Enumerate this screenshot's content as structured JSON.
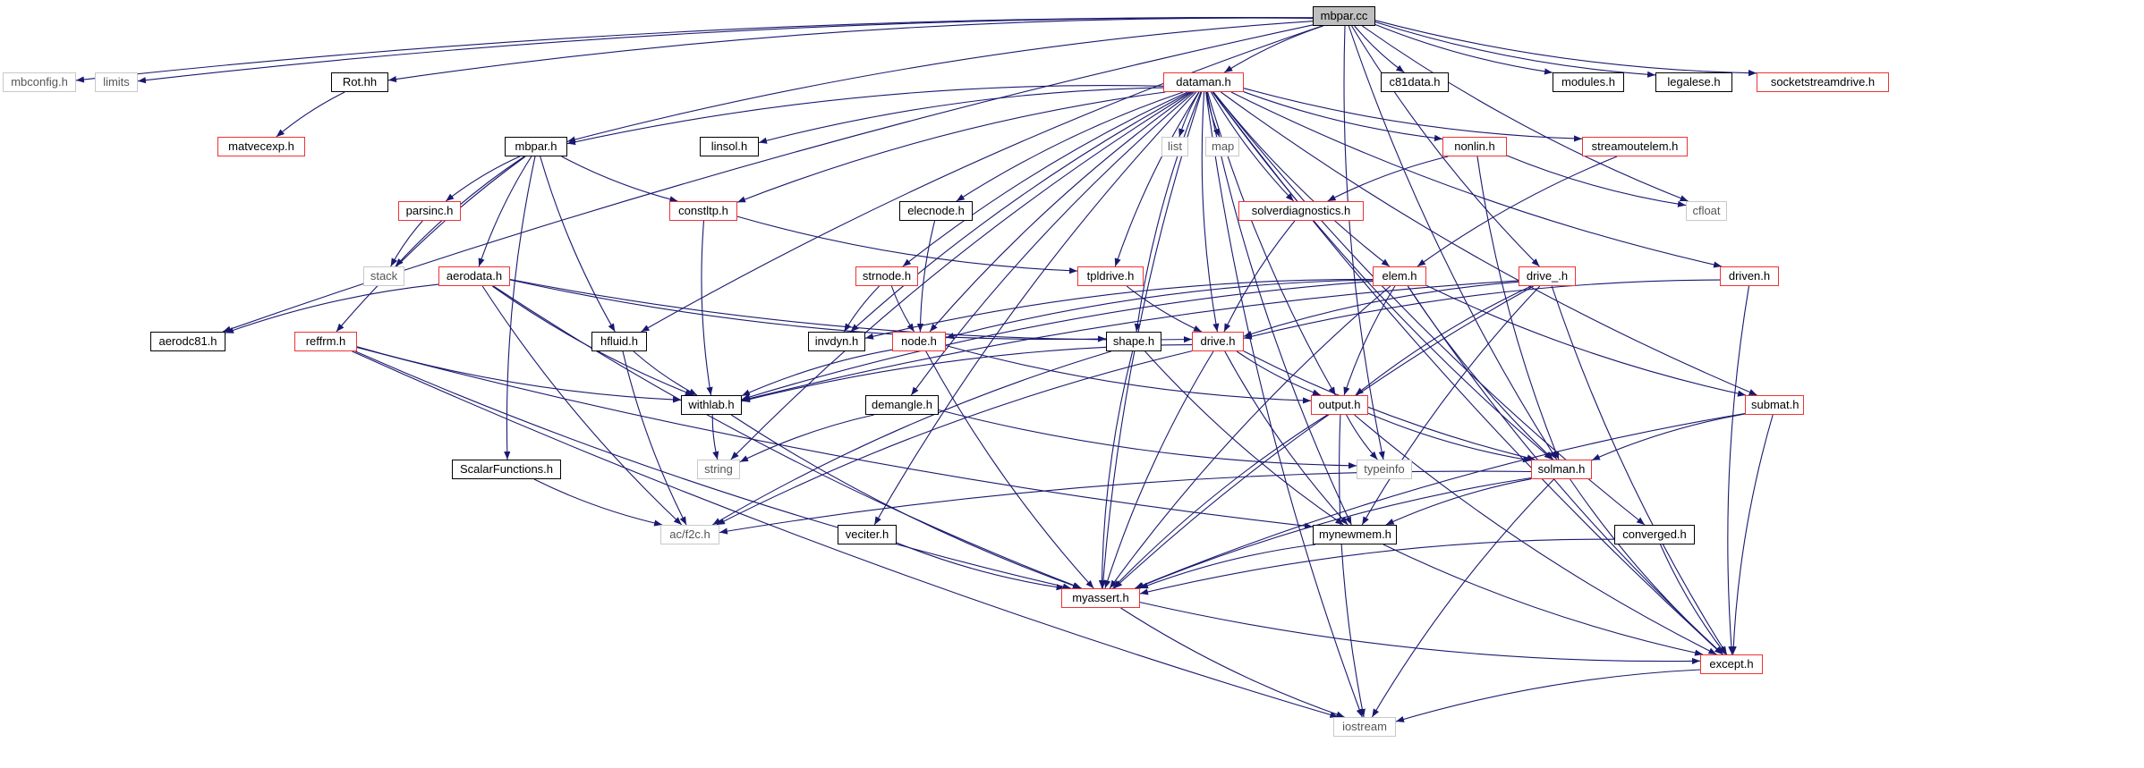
{
  "colors": {
    "edge": "#191970",
    "black_border": "#000000",
    "red_border": "#ee3333",
    "grey_border": "#c8c8c8",
    "root_fill": "#bfbfbf"
  },
  "nodes": [
    {
      "id": "mbpar_cc",
      "label": "mbpar.cc",
      "style": "root"
    },
    {
      "id": "mbconfig_h",
      "label": "mbconfig.h",
      "style": "grey"
    },
    {
      "id": "limits",
      "label": "limits",
      "style": "grey"
    },
    {
      "id": "rot_hh",
      "label": "Rot.hh",
      "style": "black"
    },
    {
      "id": "dataman_h",
      "label": "dataman.h",
      "style": "red"
    },
    {
      "id": "c81data_h",
      "label": "c81data.h",
      "style": "black"
    },
    {
      "id": "modules_h",
      "label": "modules.h",
      "style": "black"
    },
    {
      "id": "legalese_h",
      "label": "legalese.h",
      "style": "black"
    },
    {
      "id": "socketstreamdrive_h",
      "label": "socketstreamdrive.h",
      "style": "red"
    },
    {
      "id": "matvecexp_h",
      "label": "matvecexp.h",
      "style": "red"
    },
    {
      "id": "mbpar_h",
      "label": "mbpar.h",
      "style": "black"
    },
    {
      "id": "linsol_h",
      "label": "linsol.h",
      "style": "black"
    },
    {
      "id": "list",
      "label": "list",
      "style": "grey"
    },
    {
      "id": "map",
      "label": "map",
      "style": "grey"
    },
    {
      "id": "nonlin_h",
      "label": "nonlin.h",
      "style": "red"
    },
    {
      "id": "streamoutelem_h",
      "label": "streamoutelem.h",
      "style": "red"
    },
    {
      "id": "cfloat",
      "label": "cfloat",
      "style": "grey"
    },
    {
      "id": "parsinc_h",
      "label": "parsinc.h",
      "style": "red"
    },
    {
      "id": "constltp_h",
      "label": "constltp.h",
      "style": "red"
    },
    {
      "id": "elecnode_h",
      "label": "elecnode.h",
      "style": "black"
    },
    {
      "id": "solverdiagnostics_h",
      "label": "solverdiagnostics.h",
      "style": "red"
    },
    {
      "id": "stack",
      "label": "stack",
      "style": "grey"
    },
    {
      "id": "aerodata_h",
      "label": "aerodata.h",
      "style": "red"
    },
    {
      "id": "strnode_h",
      "label": "strnode.h",
      "style": "red"
    },
    {
      "id": "tpldrive_h",
      "label": "tpldrive.h",
      "style": "red"
    },
    {
      "id": "elem_h",
      "label": "elem.h",
      "style": "red"
    },
    {
      "id": "drive__h",
      "label": "drive_.h",
      "style": "red"
    },
    {
      "id": "driven_h",
      "label": "driven.h",
      "style": "red"
    },
    {
      "id": "aerodc81_h",
      "label": "aerodc81.h",
      "style": "black"
    },
    {
      "id": "reffrm_h",
      "label": "reffrm.h",
      "style": "red"
    },
    {
      "id": "hfluid_h",
      "label": "hfluid.h",
      "style": "black"
    },
    {
      "id": "invdyn_h",
      "label": "invdyn.h",
      "style": "black"
    },
    {
      "id": "node_h",
      "label": "node.h",
      "style": "red"
    },
    {
      "id": "shape_h",
      "label": "shape.h",
      "style": "black"
    },
    {
      "id": "drive_h",
      "label": "drive.h",
      "style": "red"
    },
    {
      "id": "withlab_h",
      "label": "withlab.h",
      "style": "black"
    },
    {
      "id": "demangle_h",
      "label": "demangle.h",
      "style": "black"
    },
    {
      "id": "output_h",
      "label": "output.h",
      "style": "red"
    },
    {
      "id": "submat_h",
      "label": "submat.h",
      "style": "red"
    },
    {
      "id": "string",
      "label": "string",
      "style": "grey"
    },
    {
      "id": "typeinfo",
      "label": "typeinfo",
      "style": "grey"
    },
    {
      "id": "scalarfunctions_h",
      "label": "ScalarFunctions.h",
      "style": "black"
    },
    {
      "id": "solman_h",
      "label": "solman.h",
      "style": "red"
    },
    {
      "id": "ac_f2c_h",
      "label": "ac/f2c.h",
      "style": "grey"
    },
    {
      "id": "veciter_h",
      "label": "veciter.h",
      "style": "black"
    },
    {
      "id": "mynewmem_h",
      "label": "mynewmem.h",
      "style": "black"
    },
    {
      "id": "converged_h",
      "label": "converged.h",
      "style": "black"
    },
    {
      "id": "myassert_h",
      "label": "myassert.h",
      "style": "red"
    },
    {
      "id": "except_h",
      "label": "except.h",
      "style": "red"
    },
    {
      "id": "iostream",
      "label": "iostream",
      "style": "grey"
    }
  ],
  "edges": [
    [
      "mbpar_cc",
      "mbconfig_h"
    ],
    [
      "mbpar_cc",
      "limits"
    ],
    [
      "mbpar_cc",
      "rot_hh"
    ],
    [
      "mbpar_cc",
      "dataman_h"
    ],
    [
      "mbpar_cc",
      "c81data_h"
    ],
    [
      "mbpar_cc",
      "modules_h"
    ],
    [
      "mbpar_cc",
      "legalese_h"
    ],
    [
      "mbpar_cc",
      "socketstreamdrive_h"
    ],
    [
      "mbpar_cc",
      "mbpar_h"
    ],
    [
      "mbpar_cc",
      "aerodc81_h"
    ],
    [
      "mbpar_cc",
      "hfluid_h"
    ],
    [
      "mbpar_cc",
      "cfloat"
    ],
    [
      "mbpar_cc",
      "typeinfo"
    ],
    [
      "mbpar_cc",
      "drive__h"
    ],
    [
      "mbpar_cc",
      "solman_h"
    ],
    [
      "rot_hh",
      "matvecexp_h"
    ],
    [
      "dataman_h",
      "mbpar_h"
    ],
    [
      "dataman_h",
      "linsol_h"
    ],
    [
      "dataman_h",
      "list"
    ],
    [
      "dataman_h",
      "map"
    ],
    [
      "dataman_h",
      "nonlin_h"
    ],
    [
      "dataman_h",
      "streamoutelem_h"
    ],
    [
      "dataman_h",
      "constltp_h"
    ],
    [
      "dataman_h",
      "elecnode_h"
    ],
    [
      "dataman_h",
      "solverdiagnostics_h"
    ],
    [
      "dataman_h",
      "strnode_h"
    ],
    [
      "dataman_h",
      "tpldrive_h"
    ],
    [
      "dataman_h",
      "elem_h"
    ],
    [
      "dataman_h",
      "driven_h"
    ],
    [
      "dataman_h",
      "invdyn_h"
    ],
    [
      "dataman_h",
      "node_h"
    ],
    [
      "dataman_h",
      "shape_h"
    ],
    [
      "dataman_h",
      "drive_h"
    ],
    [
      "dataman_h",
      "demangle_h"
    ],
    [
      "dataman_h",
      "output_h"
    ],
    [
      "dataman_h",
      "submat_h"
    ],
    [
      "dataman_h",
      "string"
    ],
    [
      "dataman_h",
      "veciter_h"
    ],
    [
      "dataman_h",
      "mynewmem_h"
    ],
    [
      "dataman_h",
      "converged_h"
    ],
    [
      "dataman_h",
      "myassert_h"
    ],
    [
      "dataman_h",
      "except_h"
    ],
    [
      "dataman_h",
      "iostream"
    ],
    [
      "dataman_h",
      "solman_h"
    ],
    [
      "mbpar_h",
      "parsinc_h"
    ],
    [
      "mbpar_h",
      "constltp_h"
    ],
    [
      "mbpar_h",
      "stack"
    ],
    [
      "mbpar_h",
      "aerodata_h"
    ],
    [
      "mbpar_h",
      "reffrm_h"
    ],
    [
      "mbpar_h",
      "hfluid_h"
    ],
    [
      "mbpar_h",
      "scalarfunctions_h"
    ],
    [
      "parsinc_h",
      "stack"
    ],
    [
      "nonlin_h",
      "solverdiagnostics_h"
    ],
    [
      "nonlin_h",
      "cfloat"
    ],
    [
      "nonlin_h",
      "solman_h"
    ],
    [
      "streamoutelem_h",
      "elem_h"
    ],
    [
      "constltp_h",
      "tpldrive_h"
    ],
    [
      "constltp_h",
      "withlab_h"
    ],
    [
      "elecnode_h",
      "node_h"
    ],
    [
      "solverdiagnostics_h",
      "drive_h"
    ],
    [
      "aerodata_h",
      "aerodc81_h"
    ],
    [
      "aerodata_h",
      "shape_h"
    ],
    [
      "aerodata_h",
      "drive_h"
    ],
    [
      "aerodata_h",
      "withlab_h"
    ],
    [
      "aerodata_h",
      "ac_f2c_h"
    ],
    [
      "aerodata_h",
      "myassert_h"
    ],
    [
      "strnode_h",
      "invdyn_h"
    ],
    [
      "strnode_h",
      "node_h"
    ],
    [
      "tpldrive_h",
      "drive_h"
    ],
    [
      "elem_h",
      "invdyn_h"
    ],
    [
      "elem_h",
      "node_h"
    ],
    [
      "elem_h",
      "withlab_h"
    ],
    [
      "elem_h",
      "output_h"
    ],
    [
      "elem_h",
      "submat_h"
    ],
    [
      "elem_h",
      "solman_h"
    ],
    [
      "elem_h",
      "myassert_h"
    ],
    [
      "elem_h",
      "except_h"
    ],
    [
      "drive__h",
      "drive_h"
    ],
    [
      "drive__h",
      "withlab_h"
    ],
    [
      "drive__h",
      "output_h"
    ],
    [
      "drive__h",
      "mynewmem_h"
    ],
    [
      "drive__h",
      "myassert_h"
    ],
    [
      "drive__h",
      "except_h"
    ],
    [
      "driven_h",
      "drive_h"
    ],
    [
      "driven_h",
      "except_h"
    ],
    [
      "reffrm_h",
      "withlab_h"
    ],
    [
      "reffrm_h",
      "mynewmem_h"
    ],
    [
      "reffrm_h",
      "myassert_h"
    ],
    [
      "reffrm_h",
      "iostream"
    ],
    [
      "hfluid_h",
      "withlab_h"
    ],
    [
      "hfluid_h",
      "ac_f2c_h"
    ],
    [
      "node_h",
      "withlab_h"
    ],
    [
      "node_h",
      "output_h"
    ],
    [
      "node_h",
      "myassert_h"
    ],
    [
      "shape_h",
      "ac_f2c_h"
    ],
    [
      "shape_h",
      "mynewmem_h"
    ],
    [
      "shape_h",
      "myassert_h"
    ],
    [
      "drive_h",
      "withlab_h"
    ],
    [
      "drive_h",
      "output_h"
    ],
    [
      "drive_h",
      "solman_h"
    ],
    [
      "drive_h",
      "mynewmem_h"
    ],
    [
      "drive_h",
      "myassert_h"
    ],
    [
      "drive_h",
      "ac_f2c_h"
    ],
    [
      "withlab_h",
      "string"
    ],
    [
      "withlab_h",
      "myassert_h"
    ],
    [
      "demangle_h",
      "string"
    ],
    [
      "demangle_h",
      "typeinfo"
    ],
    [
      "output_h",
      "typeinfo"
    ],
    [
      "output_h",
      "solman_h"
    ],
    [
      "output_h",
      "myassert_h"
    ],
    [
      "output_h",
      "iostream"
    ],
    [
      "output_h",
      "except_h"
    ],
    [
      "submat_h",
      "solman_h"
    ],
    [
      "submat_h",
      "myassert_h"
    ],
    [
      "submat_h",
      "except_h"
    ],
    [
      "scalarfunctions_h",
      "ac_f2c_h"
    ],
    [
      "solman_h",
      "ac_f2c_h"
    ],
    [
      "solman_h",
      "mynewmem_h"
    ],
    [
      "solman_h",
      "myassert_h"
    ],
    [
      "solman_h",
      "except_h"
    ],
    [
      "solman_h",
      "iostream"
    ],
    [
      "veciter_h",
      "myassert_h"
    ],
    [
      "mynewmem_h",
      "myassert_h"
    ],
    [
      "mynewmem_h",
      "except_h"
    ],
    [
      "converged_h",
      "myassert_h"
    ],
    [
      "converged_h",
      "except_h"
    ],
    [
      "myassert_h",
      "except_h"
    ],
    [
      "myassert_h",
      "iostream"
    ],
    [
      "except_h",
      "iostream"
    ]
  ]
}
